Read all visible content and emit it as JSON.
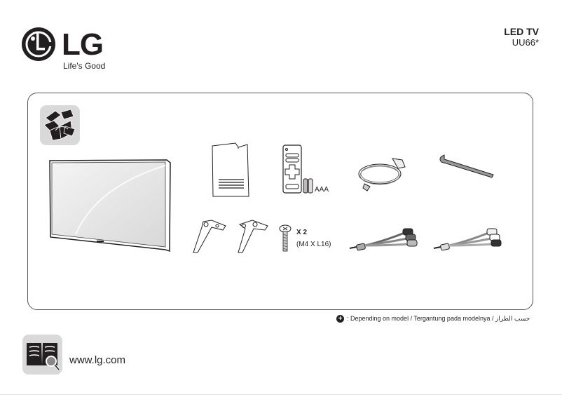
{
  "header": {
    "brand": "LG",
    "tagline": "Life's Good",
    "product_type": "LED TV",
    "model": "UU66*"
  },
  "contents": {
    "section_icon": "box-unpacking-icon",
    "items": [
      {
        "name": "tv",
        "icon": "tv-icon"
      },
      {
        "name": "user-manual",
        "icon": "manual-booklet-icon"
      },
      {
        "name": "remote-control",
        "icon": "remote-control-icon",
        "label": "AAA"
      },
      {
        "name": "power-cord",
        "icon": "power-cord-icon"
      },
      {
        "name": "cable-holder",
        "icon": "cable-tie-icon"
      },
      {
        "name": "stand",
        "icon": "stand-leg-icon"
      },
      {
        "name": "stand",
        "icon": "stand-leg-icon"
      },
      {
        "name": "screws",
        "icon": "screw-icon",
        "quantity": "X 2",
        "spec": "(M4 X L16)"
      },
      {
        "name": "component-gender-cable",
        "icon": "av-cable-icon"
      },
      {
        "name": "av-gender-cable",
        "icon": "av-cable-icon"
      }
    ]
  },
  "footnote": {
    "symbol": "+",
    "text": ": Depending on model / Tergantung pada modelnya / حسب الطراز"
  },
  "footer": {
    "icon": "manual-search-icon",
    "url": "www.lg.com"
  }
}
